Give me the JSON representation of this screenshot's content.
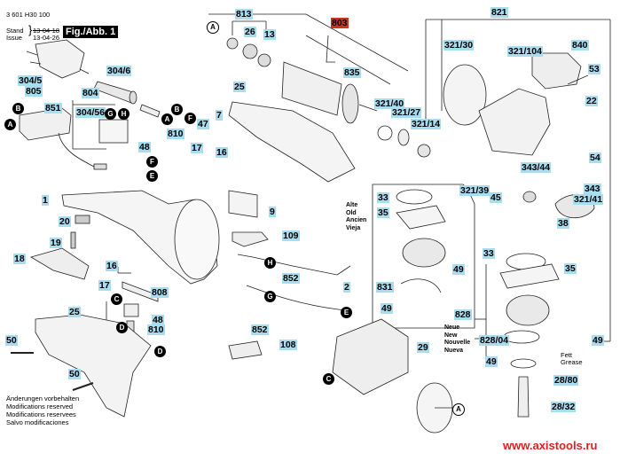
{
  "header": {
    "part_number": "3 601 H30 100",
    "stand_label": "Stand",
    "issue_label": "Issue",
    "stand_old_date": "13-04-18",
    "issue_date": "13-04-26",
    "figure": "Fig./Abb. 1"
  },
  "labels": {
    "l304_5": "304/5",
    "l805": "805",
    "l304_6": "304/6",
    "l804": "804",
    "l851": "851",
    "l304_56": "304/56",
    "l813": "813",
    "l26": "26",
    "l13": "13",
    "l803": "803",
    "l835": "835",
    "l25a": "25",
    "l7": "7",
    "l47": "47",
    "l810a": "810",
    "l48a": "48",
    "l17a": "17",
    "l16a": "16",
    "l321_40": "321/40",
    "l321_27": "321/27",
    "l321_14": "321/14",
    "l821": "821",
    "l321_30": "321/30",
    "l321_104": "321/104",
    "l840": "840",
    "l53": "53",
    "l22": "22",
    "l54": "54",
    "l343_44": "343/44",
    "l343": "343",
    "l321_39": "321/39",
    "l45": "45",
    "l321_41": "321/41",
    "l38": "38",
    "l1": "1",
    "l9": "9",
    "l20": "20",
    "l19": "19",
    "l109": "109",
    "l18": "18",
    "l33a": "33",
    "l35a": "35",
    "l49a": "49",
    "l831": "831",
    "l49b": "49",
    "l33b": "33",
    "l35b": "35",
    "l828": "828",
    "l828_04": "828/04",
    "l49c": "49",
    "l49d": "49",
    "l28_80": "28/80",
    "l28_32": "28/32",
    "l16b": "16",
    "l17b": "17",
    "l808": "808",
    "l48b": "48",
    "l810b": "810",
    "l852a": "852",
    "l852b": "852",
    "l2": "2",
    "l108": "108",
    "l29": "29",
    "l25b": "25",
    "l50a": "50",
    "l50b": "50"
  },
  "callouts": {
    "A": "A",
    "B": "B",
    "C": "C",
    "D": "D",
    "E": "E",
    "F": "F",
    "G": "G",
    "H": "H"
  },
  "old_variant": [
    "Alte",
    "Old",
    "Ancien",
    "Vieja"
  ],
  "new_variant": [
    "Neue",
    "New",
    "Nouvelle",
    "Nueva"
  ],
  "grease": [
    "Fett",
    "Grease"
  ],
  "disclaimer": [
    "Änderungen vorbehalten",
    "Modifications reserved",
    "Modifications reservees",
    "Salvo modificaciones"
  ],
  "watermark": "www.axistools.ru",
  "colors": {
    "label_bg": "#a8dcef",
    "highlight": "#c9341f",
    "watermark": "#e02020"
  }
}
